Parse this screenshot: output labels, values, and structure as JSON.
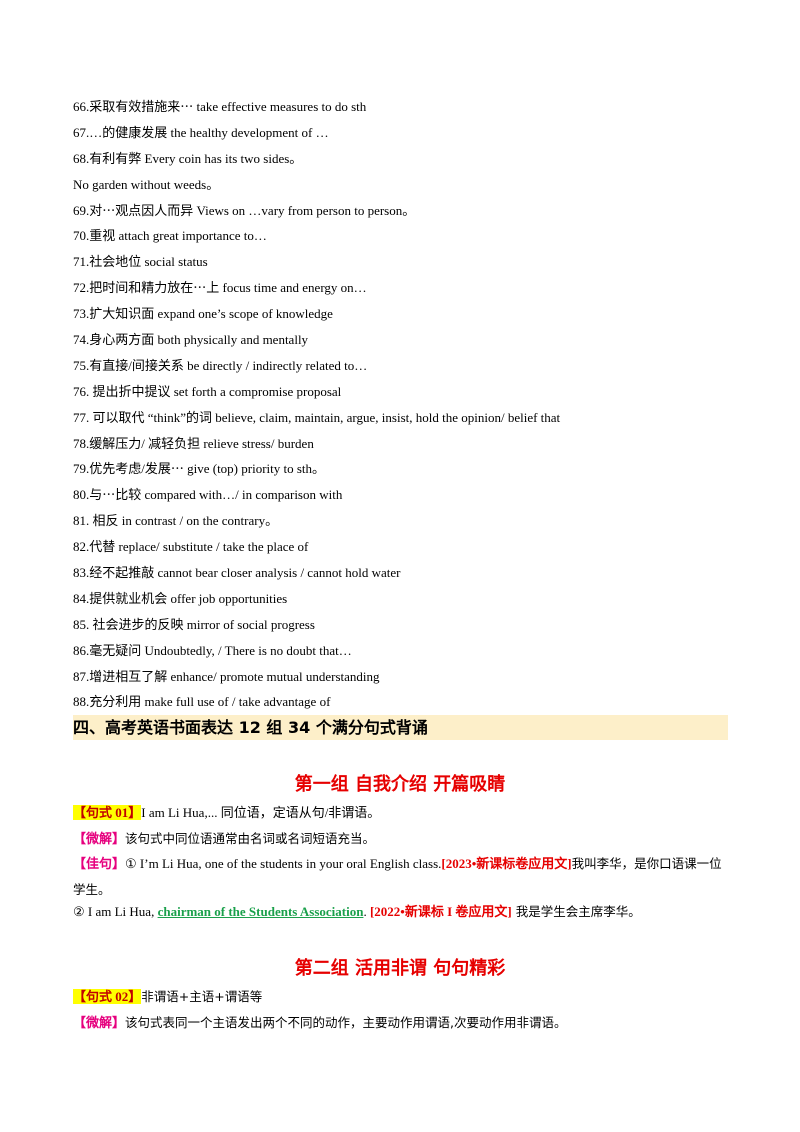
{
  "phrases": [
    "66.采取有效措施来⋯  take effective measures to do sth",
    "67.…的健康发展  the healthy development of …",
    "68.有利有弊  Every coin has its two sides。",
    "No garden without weeds。",
    "69.对⋯观点因人而异  Views on …vary from person to person。",
    "70.重视  attach great importance to…",
    "71.社会地位  social status",
    "72.把时间和精力放在⋯上  focus time and energy on…",
    "73.扩大知识面  expand one’s scope of knowledge",
    "74.身心两方面  both physically and mentally",
    "75.有直接/间接关系  be directly / indirectly related to…",
    "76.  提出折中提议  set forth a compromise proposal",
    "77.  可以取代  “think”的词  believe, claim, maintain, argue, insist, hold the opinion/ belief that",
    "78.缓解压力/  减轻负担  relieve stress/ burden",
    "79.优先考虑/发展⋯  give (top) priority to sth。",
    "80.与⋯比较  compared with…/ in comparison with",
    "81.  相反  in contrast / on the contrary。",
    "82.代替  replace/ substitute / take the place of",
    "83.经不起推敲  cannot bear closer analysis / cannot hold water",
    "84.提供就业机会  offer job opportunities",
    "85.  社会进步的反映  mirror of social progress",
    "86.毫无疑问  Undoubtedly, / There is no doubt that…",
    "87.增进相互了解  enhance/ promote mutual understanding",
    "88.充分利用  make full use of / take advantage of"
  ],
  "section_heading": "四、高考英语书面表达 12 组 34 个满分句式背诵",
  "group1": {
    "title": "第一组  自我介绍  开篇吸睛",
    "pattern_tag": "【句式 01】",
    "pattern_text": "I am Li Hua,...  同位语，定语从句/非谓语。",
    "explain_tag": "【微解】",
    "explain_text": "该句式中同位语通常由名词或名词短语充当。",
    "example_tag": "【佳句】",
    "example1_text": "① I’m Li Hua, one of the students in your oral English class.",
    "example1_src": "[2023•新课标卷应用文]",
    "example1_cn": "我叫李华，是你口语课一位学生。",
    "example2_pre": "② I am Li Hua,  ",
    "example2_green": "chairman of the Students Association",
    "example2_post": ".  ",
    "example2_src": "[2022•新课标 I 卷应用文]",
    "example2_cn": "  我是学生会主席李华。"
  },
  "group2": {
    "title": "第二组  活用非谓  句句精彩",
    "pattern_tag": "【句式 02】",
    "pattern_text": "非谓语+主语+谓语等",
    "explain_tag": "【微解】",
    "explain_text": "该句式表同一个主语发出两个不同的动作，主要动作用谓语,次要动作用非谓语。"
  }
}
